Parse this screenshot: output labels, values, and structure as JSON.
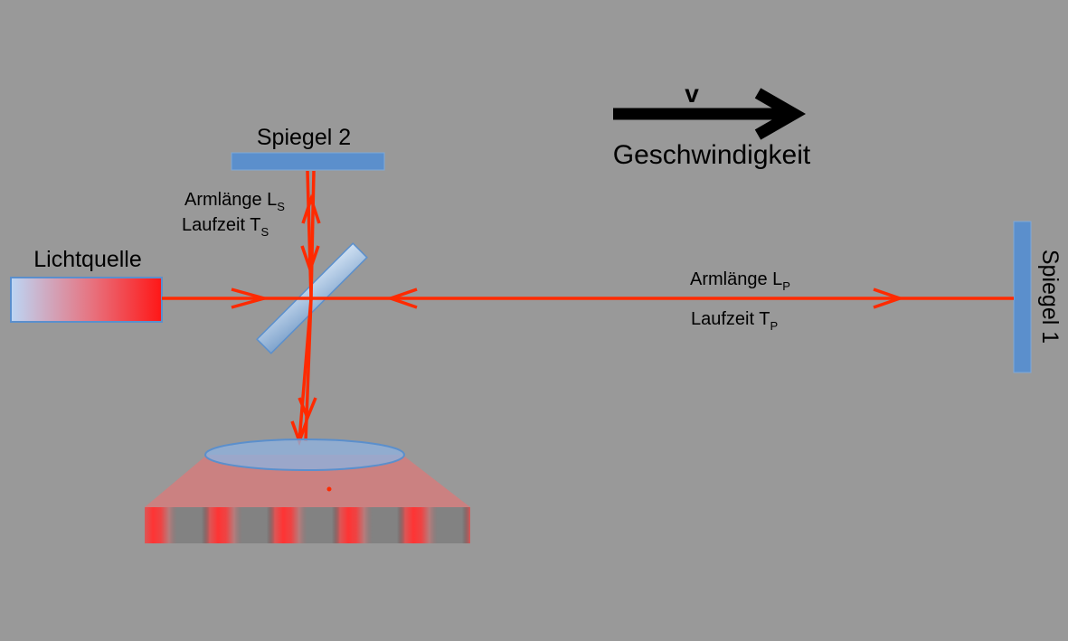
{
  "labels": {
    "velocity_symbol": "v",
    "velocity_caption": "Geschwindigkeit",
    "mirror2": "Spiegel 2",
    "mirror1": "Spiegel 1",
    "light_source": "Lichtquelle",
    "arm_s": {
      "prefix": "Armlänge L",
      "sub": "S"
    },
    "time_s": {
      "prefix": "Laufzeit  T",
      "sub": "S"
    },
    "arm_p": {
      "prefix": "Armlänge L",
      "sub": "P"
    },
    "time_p": {
      "prefix": "Laufzeit  T",
      "sub": "P"
    }
  },
  "colors": {
    "background": "#999999",
    "beam": "#ff2a00",
    "mirror": "#5b8fcc",
    "velocity_arrow": "#000000",
    "fringe_bright": "#ff3333",
    "fringe_dark": "#000000"
  },
  "fringes": {
    "count": 5
  }
}
